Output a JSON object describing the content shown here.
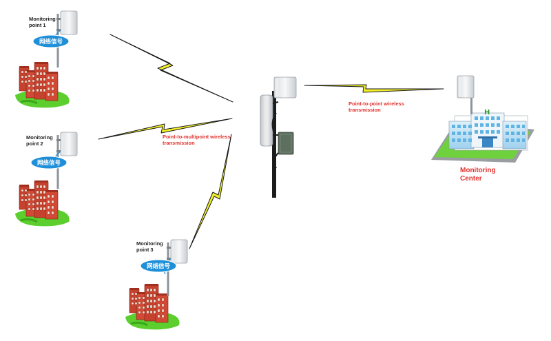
{
  "sites": [
    {
      "label_line1": "Monitoring",
      "label_line2": "point 1",
      "badge": "网络信号"
    },
    {
      "label_line1": "Monitoring",
      "label_line2": "point 2",
      "badge": "网络信号"
    },
    {
      "label_line1": "Monitoring",
      "label_line2": "point 3",
      "badge": "网络信号"
    }
  ],
  "links": {
    "multipoint_line1": "Point-to-multipoint wireless",
    "multipoint_line2": "transmission",
    "p2p_line1": "Point-to-point wireless",
    "p2p_line2": "transmission"
  },
  "center": {
    "label_line1": "Monitoring",
    "label_line2": "Center",
    "roof_sign": "H"
  },
  "colors": {
    "lightning": "#f2ee2a",
    "label_red": "#e0322d",
    "bubble_blue": "#1f8fd8",
    "grass": "#5ccf2e",
    "building": "#c6422f"
  }
}
